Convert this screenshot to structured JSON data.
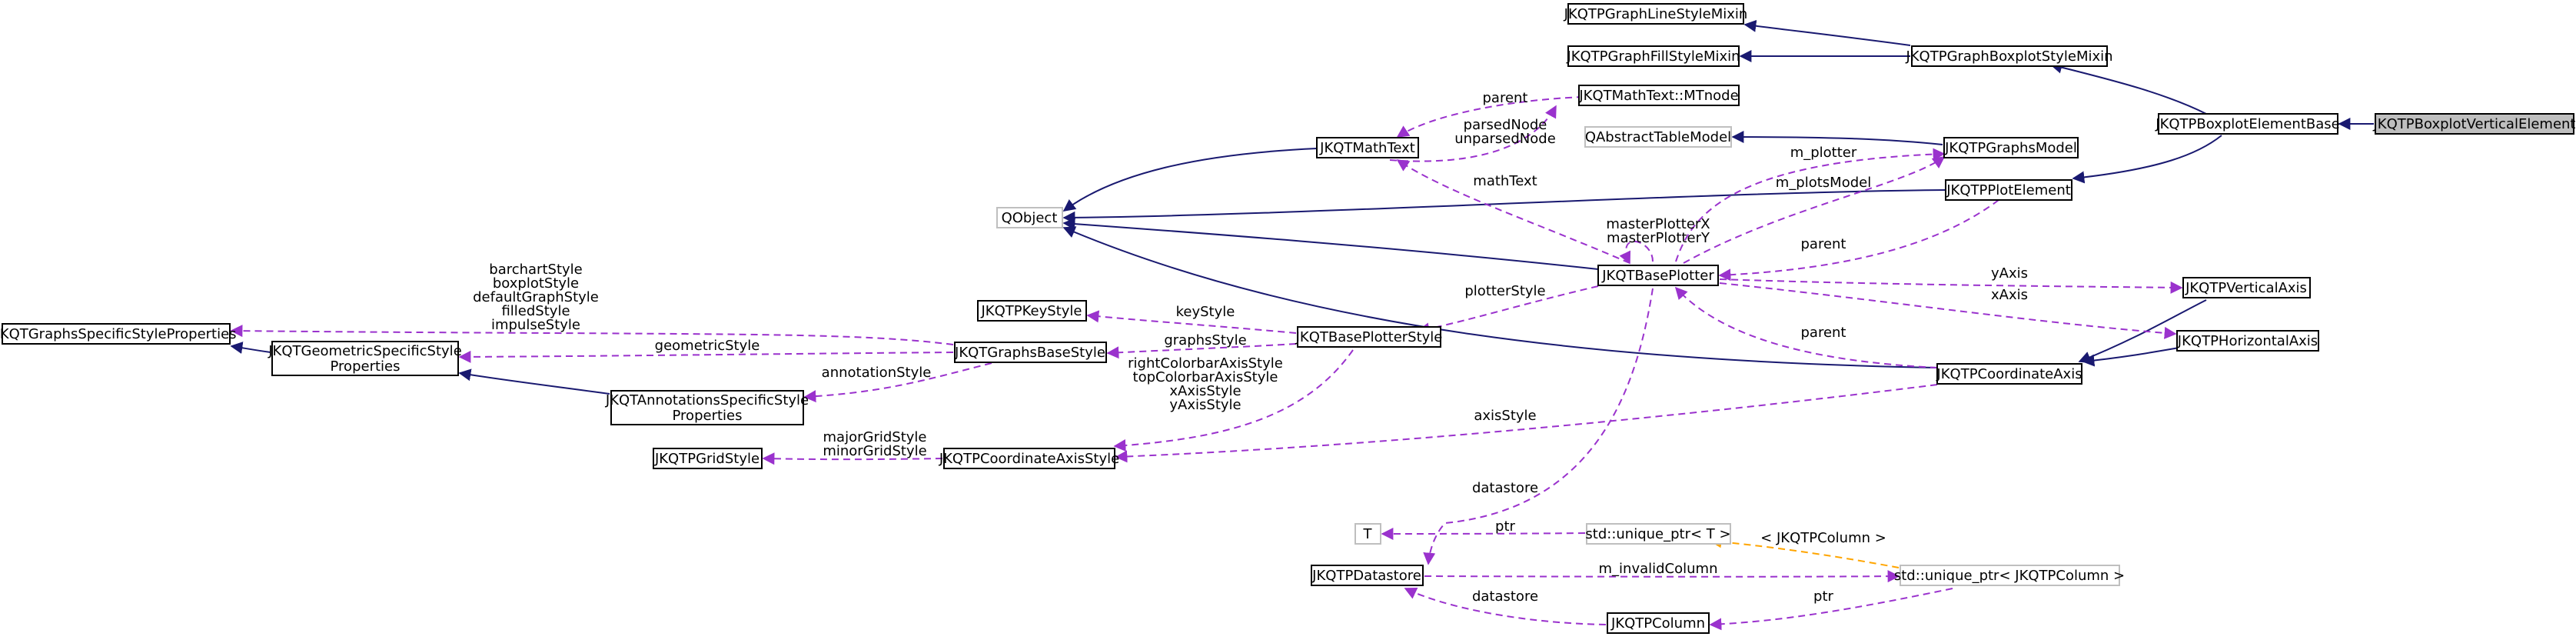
{
  "colors": {
    "inheritance": "#191970",
    "usage": "#9a32cd",
    "template": "#ffa500",
    "selected_fill": "#bfbfbf",
    "external_border": "#bfbfbf"
  },
  "nodes": {
    "boxplot_vertical_element": "JKQTPBoxplotVerticalElement",
    "boxplot_element_base": "JKQTPBoxplotElementBase",
    "graph_line_style_mixin": "JKQTPGraphLineStyleMixin",
    "graph_fill_style_mixin": "JKQTPGraphFillStyleMixin",
    "graph_boxplot_style_mixin": "JKQTPGraphBoxplotStyleMixin",
    "math_text_mtnode": "JKQTMathText::MTnode",
    "math_text": "JKQTMathText",
    "abstract_table_model": "QAbstractTableModel",
    "graphs_model": "JKQTPGraphsModel",
    "qobject": "QObject",
    "plot_element": "JKQTPPlotElement",
    "base_plotter": "JKQTBasePlotter",
    "vertical_axis": "JKQTPVerticalAxis",
    "horizontal_axis": "JKQTPHorizontalAxis",
    "coordinate_axis": "JKQTPCoordinateAxis",
    "key_style": "JKQTPKeyStyle",
    "graphs_specific_style_properties": "JKQTGraphsSpecificStyleProperties",
    "geometric_specific_style_properties_line1": "JKQTGeometricSpecificStyle",
    "geometric_specific_style_properties_line2": "Properties",
    "graphs_base_style": "JKQTGraphsBaseStyle",
    "base_plotter_style": "JKQTBasePlotterStyle",
    "annotations_specific_style_properties_line1": "JKQTAnnotationsSpecificStyle",
    "annotations_specific_style_properties_line2": "Properties",
    "grid_style": "JKQTPGridStyle",
    "coordinate_axis_style": "JKQTPCoordinateAxisStyle",
    "template_t": "T",
    "unique_ptr_t": "std::unique_ptr< T >",
    "datastore": "JKQTPDatastore",
    "unique_ptr_column": "std::unique_ptr< JKQTPColumn >",
    "column": "JKQTPColumn"
  },
  "edge_labels": {
    "parent_mathtext": "parent",
    "parsed_node": "parsedNode",
    "unparsed_node": "unparsedNode",
    "math_text": "mathText",
    "m_plotter": "m_plotter",
    "m_plots_model": "m_plotsModel",
    "master_plotter_x": "masterPlotterX",
    "master_plotter_y": "masterPlotterY",
    "parent_plot_element": "parent",
    "y_axis": "yAxis",
    "x_axis": "xAxis",
    "parent_axis": "parent",
    "plotter_style": "plotterStyle",
    "key_style": "keyStyle",
    "graphs_style": "graphsStyle",
    "barchart_style": "barchartStyle",
    "boxplot_style": "boxplotStyle",
    "default_graph_style": "defaultGraphStyle",
    "filled_style": "filledStyle",
    "impulse_style": "impulseStyle",
    "geometric_style": "geometricStyle",
    "annotation_style": "annotationStyle",
    "right_colorbar_axis_style": "rightColorbarAxisStyle",
    "top_colorbar_axis_style": "topColorbarAxisStyle",
    "x_axis_style": "xAxisStyle",
    "y_axis_style": "yAxisStyle",
    "major_grid_style": "majorGridStyle",
    "minor_grid_style": "minorGridStyle",
    "axis_style": "axisStyle",
    "datastore": "datastore",
    "ptr_t": "ptr",
    "template_arg": "< JKQTPColumn >",
    "m_invalid_column": "m_invalidColumn",
    "datastore_column": "datastore",
    "ptr_column": "ptr"
  }
}
